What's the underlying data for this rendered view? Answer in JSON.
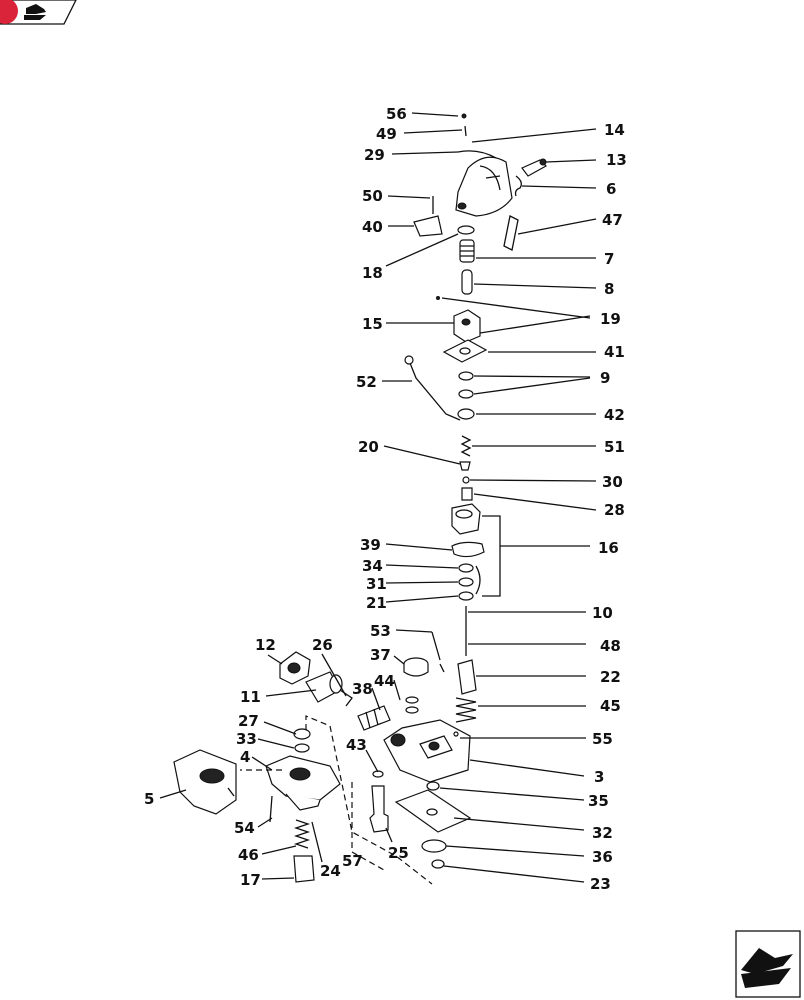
{
  "header": {
    "nav_icon": "forward-arrow-icon",
    "badge_color": "#d9243a"
  },
  "footer": {
    "nav_icon": "next-page-arrow-icon"
  },
  "callouts": [
    "56",
    "49",
    "29",
    "50",
    "40",
    "18",
    "15",
    "52",
    "20",
    "39",
    "34",
    "31",
    "21",
    "12",
    "26",
    "11",
    "37",
    "44",
    "38",
    "27",
    "33",
    "4",
    "5",
    "43",
    "53",
    "54",
    "46",
    "17",
    "57",
    "24",
    "25",
    "14",
    "13",
    "6",
    "47",
    "7",
    "8",
    "19",
    "41",
    "9",
    "42",
    "51",
    "30",
    "28",
    "16",
    "10",
    "48",
    "22",
    "45",
    "55",
    "3",
    "35",
    "32",
    "36",
    "23"
  ]
}
